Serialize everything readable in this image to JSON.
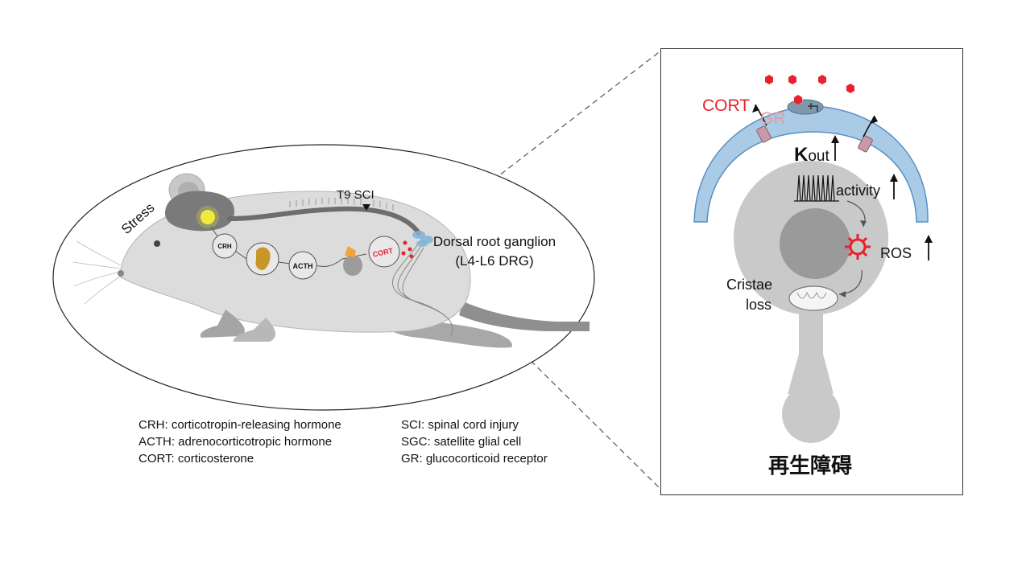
{
  "mouse_panel": {
    "stress": "Stress",
    "t9_sci": "T9 SCI",
    "crh": "CRH",
    "acth": "ACTH",
    "cort": "CORT",
    "drg_label_line1": "Dorsal root ganglion",
    "drg_label_line2": "(L4-L6 DRG)"
  },
  "legend": {
    "left": [
      "CRH: corticotropin-releasing hormone",
      "ACTH: adrenocorticotropic hormone",
      "CORT: corticosterone"
    ],
    "right": [
      "SCI: spinal cord injury",
      "SGC: satellite glial cell",
      "GR: glucocorticoid receptor"
    ]
  },
  "cell_panel": {
    "cort": "CORT",
    "gr": "GR",
    "k_main": "K",
    "k_sub": "out",
    "activity": "activity",
    "ros": "ROS",
    "cristae_line1": "Cristae",
    "cristae_line2": "loss",
    "caption": "再生障碍"
  },
  "colors": {
    "cort_red": "#e8212a",
    "gr_pink": "#e89a9a",
    "sgc_blue": "#a9cbe6",
    "sgc_border": "#5a8fc0",
    "neuron_gray": "#c9c9c9",
    "nucleus_gray": "#9a9a9a"
  }
}
